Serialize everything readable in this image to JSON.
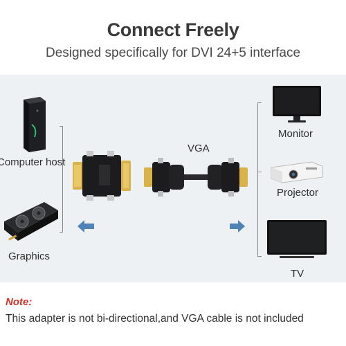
{
  "header": {
    "title": "Connect Freely",
    "subtitle": "Designed specifically for DVI 24+5 interface"
  },
  "left_devices": [
    {
      "label": "Computer host",
      "icon": "computer-tower-icon"
    },
    {
      "label": "Graphics",
      "icon": "graphics-card-icon"
    }
  ],
  "center": {
    "cable_label": "VGA",
    "left_arrow_icon": "arrow-left-icon",
    "right_arrow_icon": "arrow-right-icon"
  },
  "right_devices": [
    {
      "label": "Monitor",
      "icon": "monitor-icon"
    },
    {
      "label": "Projector",
      "icon": "projector-icon"
    },
    {
      "label": "TV",
      "icon": "tv-icon"
    }
  ],
  "note": {
    "title": "Note:",
    "text": "This adapter is not bi-directional,and VGA cable is not included"
  },
  "colors": {
    "accent_note": "#d8322a",
    "arrow_blue": "#4f83b5",
    "band": "#eef1f4"
  }
}
